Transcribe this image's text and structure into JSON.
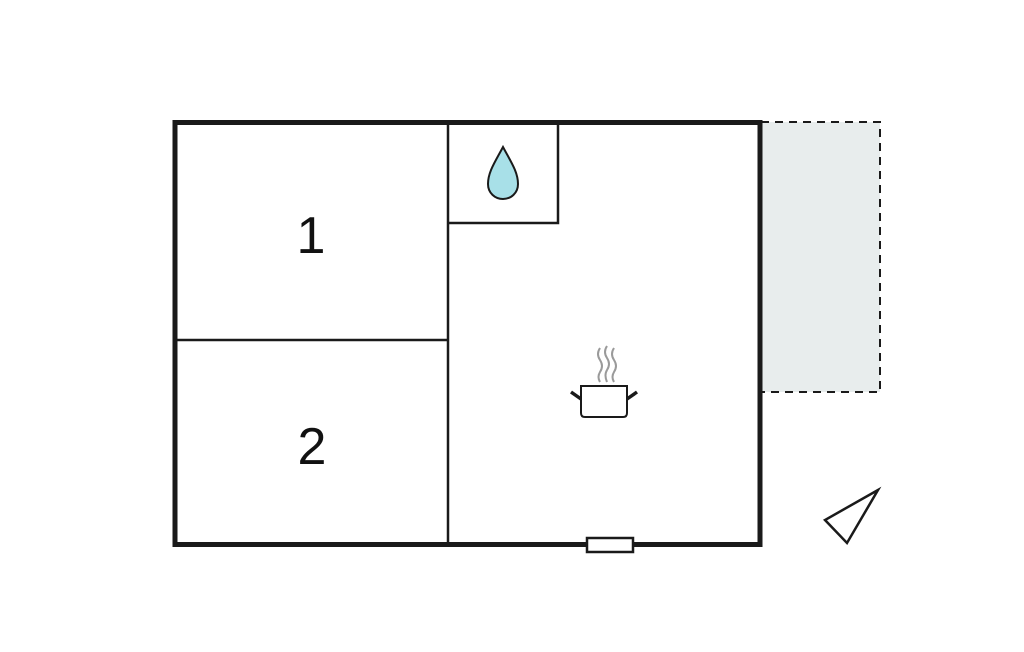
{
  "rooms": [
    {
      "label": "1",
      "type": "bedroom"
    },
    {
      "label": "2",
      "type": "bedroom"
    }
  ],
  "icons": {
    "bathroom": "water-drop-icon",
    "kitchen": "cooking-pot-icon",
    "door": "entrance-door-icon",
    "direction": "compass-triangle-icon"
  },
  "colors": {
    "walls": "#1a1a1a",
    "terrace_fill": "#e8eded",
    "water_drop": "#a8e0e8",
    "background": "#ffffff"
  }
}
